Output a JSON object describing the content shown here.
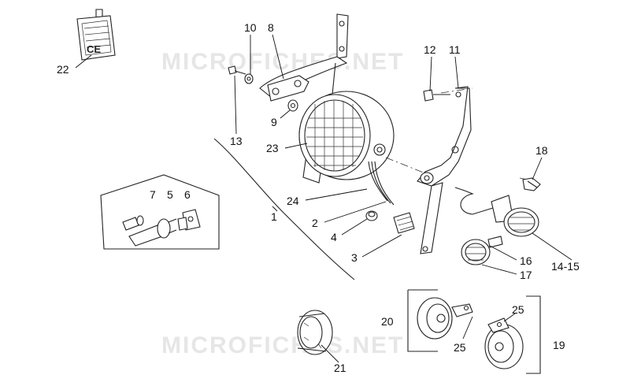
{
  "watermark": "MICROFICHES.NET",
  "labels": {
    "p1": "1",
    "p2": "2",
    "p3": "3",
    "p4": "4",
    "p5": "5",
    "p6": "6",
    "p7": "7",
    "p8": "8",
    "p9": "9",
    "p10": "10",
    "p11": "11",
    "p12": "12",
    "p13": "13",
    "p14_15": "14-15",
    "p16": "16",
    "p17": "17",
    "p18": "18",
    "p19": "19",
    "p20": "20",
    "p21": "21",
    "p22": "22",
    "p23": "23",
    "p24": "24",
    "p25a": "25",
    "p25b": "25"
  },
  "ce_mark": "CE"
}
